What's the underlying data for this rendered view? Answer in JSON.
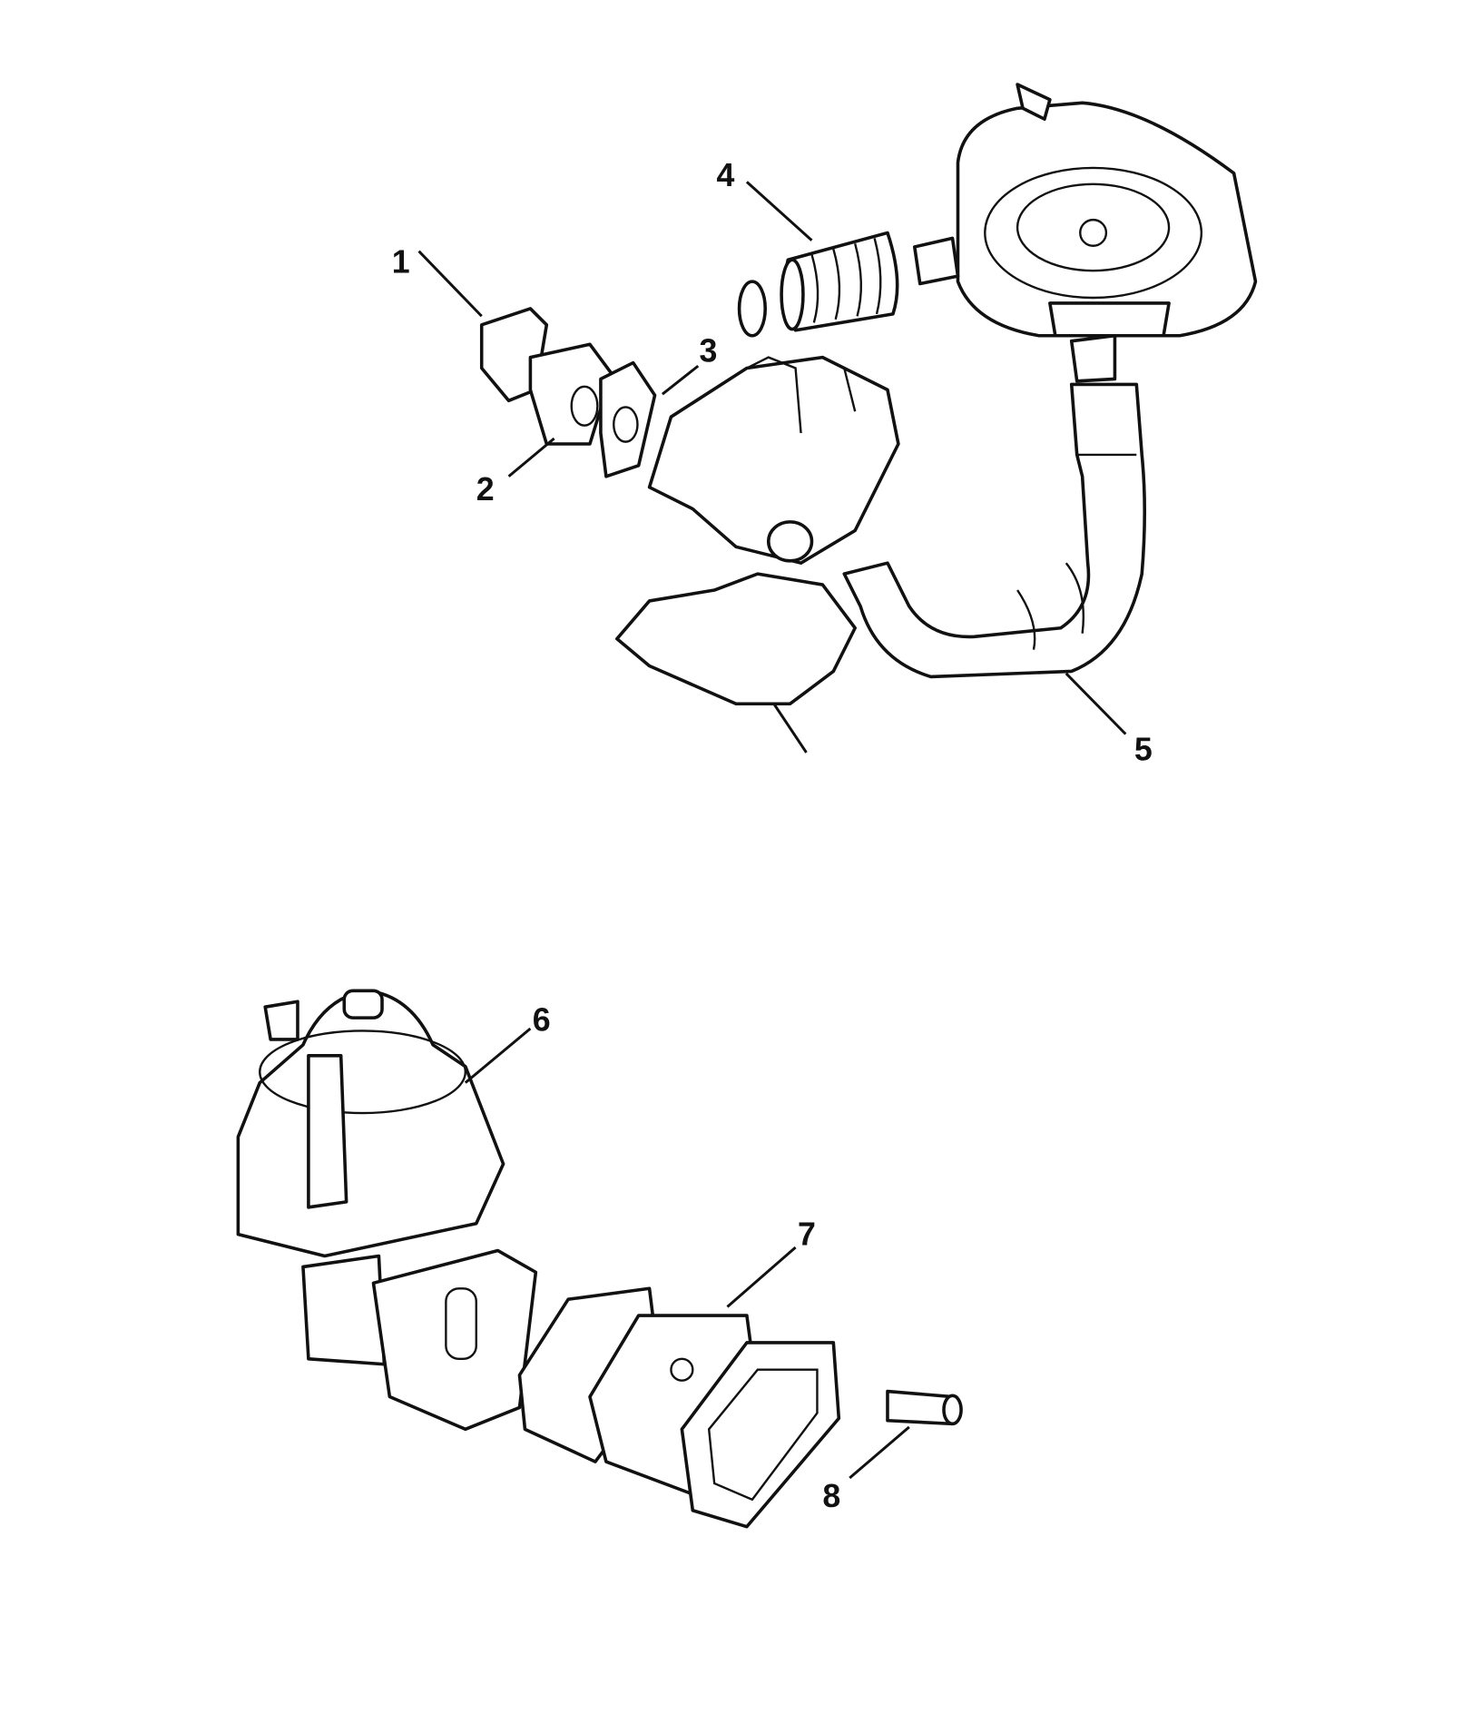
{
  "callouts": [
    {
      "id": "1",
      "part": "gasket-outer"
    },
    {
      "id": "2",
      "part": "insulator-block"
    },
    {
      "id": "3",
      "part": "gasket-inner"
    },
    {
      "id": "4",
      "part": "air-intake-bellows"
    },
    {
      "id": "5",
      "part": "air-cleaner-hose"
    },
    {
      "id": "6",
      "part": "fuel-pump"
    },
    {
      "id": "7",
      "part": "pump-gaskets-spacer"
    },
    {
      "id": "8",
      "part": "pushrod"
    }
  ]
}
